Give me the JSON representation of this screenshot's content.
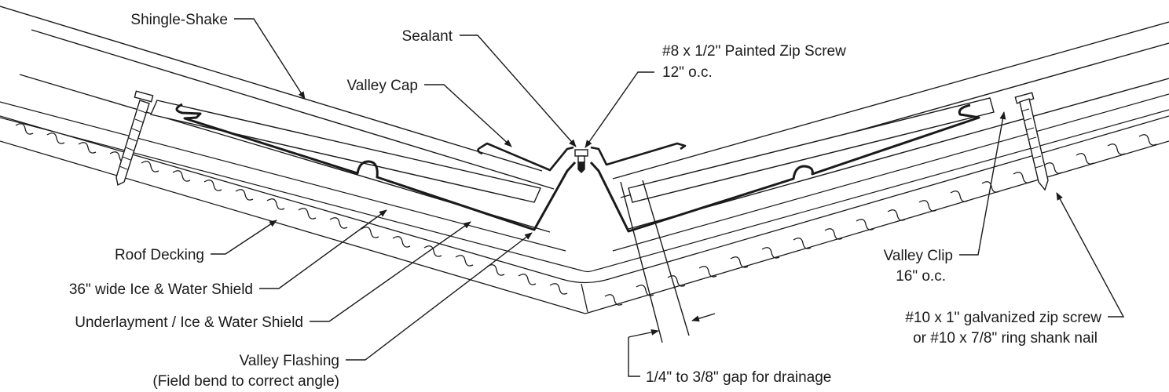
{
  "labels": {
    "shingle_shake": "Shingle-Shake",
    "sealant": "Sealant",
    "zip_screw_line1": "#8 x 1/2\" Painted Zip Screw",
    "zip_screw_line2": "12\" o.c.",
    "valley_cap": "Valley Cap",
    "roof_decking": "Roof Decking",
    "ice_water_shield": "36\" wide Ice & Water Shield",
    "underlayment": "Underlayment / Ice & Water Shield",
    "valley_flashing_line1": "Valley Flashing",
    "valley_flashing_line2": "(Field bend to correct angle)",
    "gap_drainage": "1/4\" to 3/8\" gap for drainage",
    "valley_clip_line1": "Valley Clip",
    "valley_clip_line2": "16\" o.c.",
    "galv_screw_line1": "#10 x 1\" galvanized zip screw",
    "galv_screw_line2": "or #10 x 7/8\" ring shank nail"
  },
  "colors": {
    "line": "#1a1a1a",
    "background": "#ffffff"
  }
}
